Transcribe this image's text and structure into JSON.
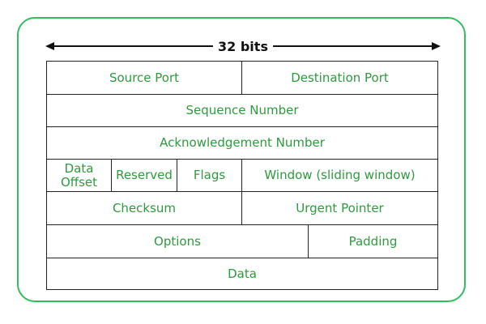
{
  "colors": {
    "frame": "#2fbf5f",
    "field_text": "#2e9a3e",
    "lines": "#222222"
  },
  "header": {
    "width_label": "32 bits"
  },
  "fields": {
    "source_port": "Source Port",
    "destination_port": "Destination Port",
    "sequence_number": "Sequence Number",
    "acknowledgement_number": "Acknowledgement Number",
    "data_offset_line1": "Data",
    "data_offset_line2": "Offset",
    "reserved": "Reserved",
    "flags": "Flags",
    "window": "Window (sliding window)",
    "checksum": "Checksum",
    "urgent_pointer": "Urgent Pointer",
    "options": "Options",
    "padding": "Padding",
    "data": "Data"
  }
}
